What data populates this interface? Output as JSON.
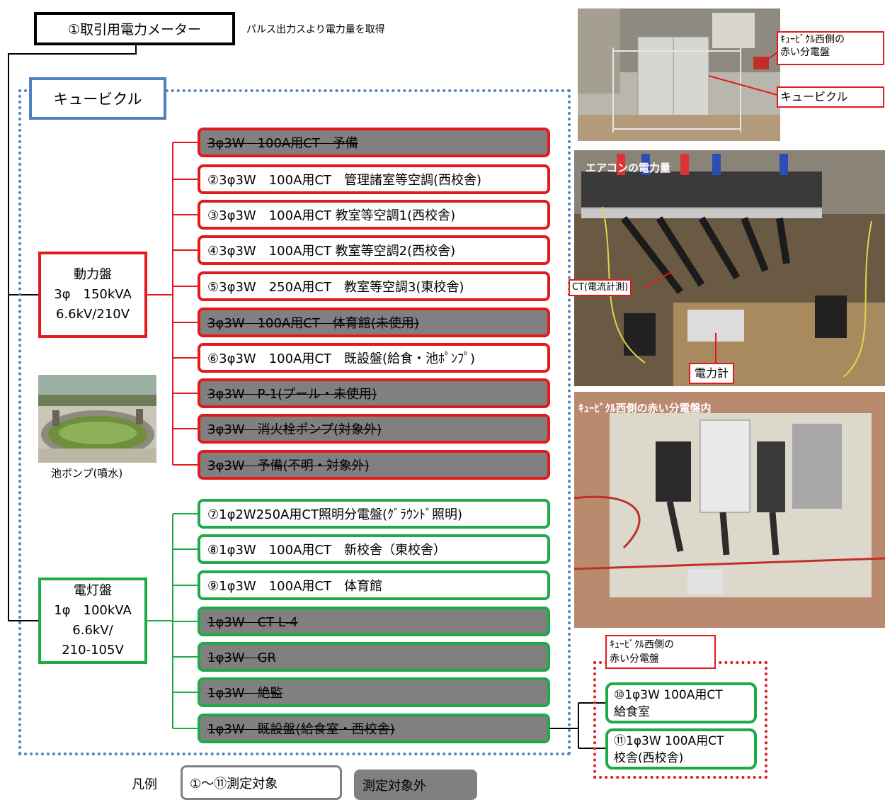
{
  "meter": {
    "label": "①取引用電力メーター",
    "note": "パルス出力スより電力量を取得"
  },
  "cubicle": {
    "label": "キュービクル"
  },
  "power_panel": {
    "line1": "動力盤",
    "line2": "3φ　150kVA",
    "line3": "6.6kV/210V"
  },
  "power_rows": [
    {
      "label": "3φ3W　100A用CT　予備",
      "measured": false
    },
    {
      "label": "②3φ3W　100A用CT　管理諸室等空調(西校舎)",
      "measured": true
    },
    {
      "label": "③3φ3W　100A用CT 教室等空調1(西校舎)",
      "measured": true
    },
    {
      "label": "④3φ3W　100A用CT 教室等空調2(西校舎)",
      "measured": true
    },
    {
      "label": "⑤3φ3W　250A用CT　教室等空調3(東校舎)",
      "measured": true
    },
    {
      "label": "3φ3W　100A用CT　体育館(未使用)",
      "measured": false
    },
    {
      "label": "⑥3φ3W　100A用CT　既設盤(給食・池ﾎﾟﾝﾌﾟ)",
      "measured": true
    },
    {
      "label": "3φ3W　P-1(プール・未使用)",
      "measured": false
    },
    {
      "label": "3φ3W　消火栓ポンプ(対象外)",
      "measured": false
    },
    {
      "label": "3φ3W　予備(不明・対象外)",
      "measured": false
    }
  ],
  "pond_caption": "池ポンプ(噴水)",
  "lighting_panel": {
    "line1": "電灯盤",
    "line2": "1φ　100kVA",
    "line3": "6.6kV/",
    "line4": "210-105V"
  },
  "lighting_rows": [
    {
      "label": "⑦1φ2W250A用CT照明分電盤(ｸﾞﾗｳﾝﾄﾞ照明)",
      "measured": true
    },
    {
      "label": "⑧1φ3W　100A用CT　新校舎（東校舎）",
      "measured": true
    },
    {
      "label": "⑨1φ3W　100A用CT　体育館",
      "measured": true
    },
    {
      "label": "1φ3W　CT L-4",
      "measured": false
    },
    {
      "label": "1φ3W　GR",
      "measured": false
    },
    {
      "label": "1φ3W　絶監",
      "measured": false
    },
    {
      "label": "1φ3W　既設盤(給食室・西校舎)",
      "measured": false
    }
  ],
  "west_panel": {
    "label_line1": "ｷｭｰﾋﾞｸﾙ西側の",
    "label_line2": "赤い分電盤",
    "rows": [
      {
        "line1": "⑩1φ3W 100A用CT",
        "line2": "給食室"
      },
      {
        "line1": "⑪1φ3W 100A用CT",
        "line2": "校舎(西校舎)"
      }
    ]
  },
  "legend": {
    "title": "凡例",
    "measured": "①～⑪測定対象",
    "not_measured": "測定対象外"
  },
  "photos": {
    "cubicle_photo": {
      "callout1_line1": "ｷｭｰﾋﾞｸﾙ西側の",
      "callout1_line2": "赤い分電盤",
      "callout2": "キュービクル"
    },
    "aircon_photo": {
      "title": "エアコンの電力量",
      "ct_label": "CT(電流計測)",
      "meter_label": "電力計"
    },
    "west_photo": {
      "title": "ｷｭｰﾋﾞｸﾙ西側の赤い分電盤内"
    }
  },
  "colors": {
    "power": "#e31a1c",
    "lighting": "#1faa4a",
    "cubicle": "#4f81bd",
    "off": "#808080"
  }
}
